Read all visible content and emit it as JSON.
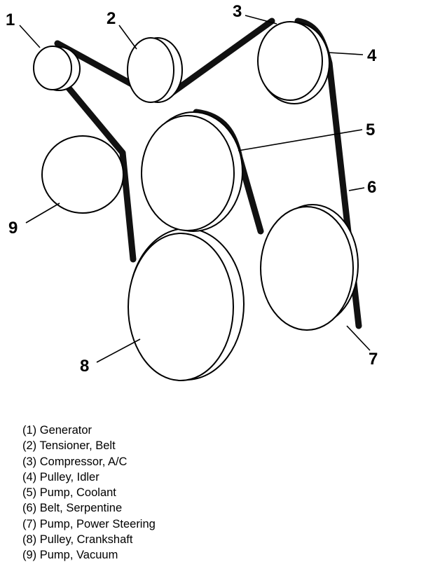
{
  "diagram": {
    "callouts": [
      {
        "number": "1"
      },
      {
        "number": "2"
      },
      {
        "number": "3"
      },
      {
        "number": "4"
      },
      {
        "number": "5"
      },
      {
        "number": "6"
      },
      {
        "number": "7"
      },
      {
        "number": "8"
      },
      {
        "number": "9"
      }
    ]
  },
  "legend": [
    "(1) Generator",
    "(2) Tensioner, Belt",
    "(3) Compressor, A/C",
    "(4) Pulley, Idler",
    "(5) Pump, Coolant",
    "(6) Belt, Serpentine",
    "(7) Pump, Power Steering",
    "(8) Pulley, Crankshaft",
    "(9) Pump, Vacuum"
  ]
}
